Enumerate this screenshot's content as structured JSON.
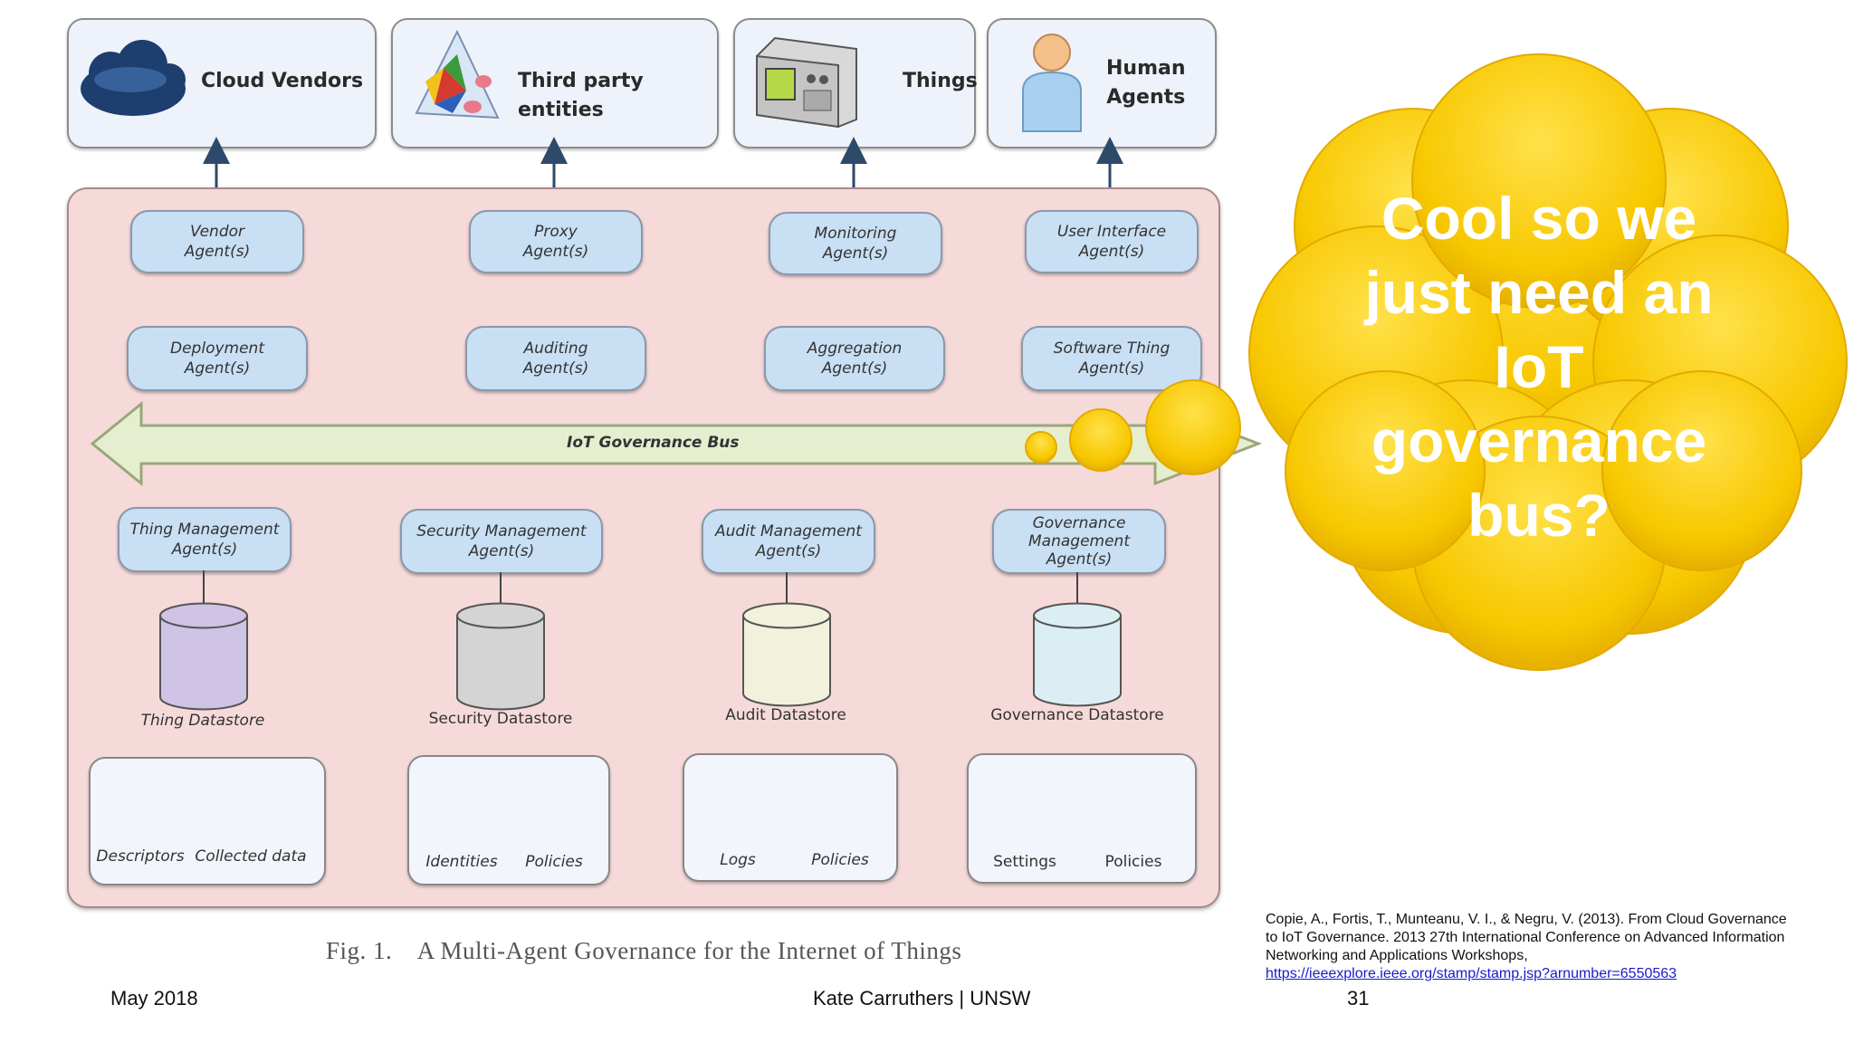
{
  "entities": [
    {
      "label": "Cloud Vendors",
      "icon": "cloud-icon"
    },
    {
      "label": "Third party entities",
      "icon": "prism-icon"
    },
    {
      "label": "Things",
      "icon": "device-icon"
    },
    {
      "label": "Human\nAgents",
      "icon": "person-icon"
    }
  ],
  "agents_row1": [
    "Vendor\nAgent(s)",
    "Proxy\nAgent(s)",
    "Monitoring\nAgent(s)",
    "User Interface\nAgent(s)"
  ],
  "agents_row2": [
    "Deployment\nAgent(s)",
    "Auditing\nAgent(s)",
    "Aggregation\nAgent(s)",
    "Software Thing\nAgent(s)"
  ],
  "bus_label": "IoT Governance Bus",
  "management_agents": [
    "Thing Management\nAgent(s)",
    "Security Management\nAgent(s)",
    "Audit Management\nAgent(s)",
    "Governance\nManagement\nAgent(s)"
  ],
  "datastores": [
    "Thing Datastore",
    "Security Datastore",
    "Audit Datastore",
    "Governance Datastore"
  ],
  "groups": [
    {
      "items": [
        "Descriptors",
        "Collected data"
      ]
    },
    {
      "items": [
        "Identities",
        "Policies"
      ]
    },
    {
      "items": [
        "Logs",
        "Policies"
      ]
    },
    {
      "items": [
        "Settings",
        "Policies"
      ]
    }
  ],
  "colors": {
    "thing": "#cfc3e6",
    "security": "#d4d4d4",
    "audit": "#f1f1dc",
    "governance": "#dbeef4",
    "thought_bubble": "#f6c800",
    "panel": "#f6dada",
    "agent": "#c8dff4",
    "bus": "#e6eed0"
  },
  "caption": "Fig. 1.    A Multi-Agent Governance for the Internet of Things",
  "thought_text": "Cool so we\njust need an\nIoT\ngovernance\nbus?",
  "reference": {
    "text": "Copie, A., Fortis, T., Munteanu, V. I., & Negru, V. (2013). From Cloud Governance to IoT Governance. 2013 27th International Conference on Advanced Information Networking and Applications Workshops,",
    "link": "https://ieeexplore.ieee.org/stamp/stamp.jsp?arnumber=6550563"
  },
  "footer": {
    "date": "May 2018",
    "author": "Kate Carruthers | UNSW",
    "page": "31"
  }
}
